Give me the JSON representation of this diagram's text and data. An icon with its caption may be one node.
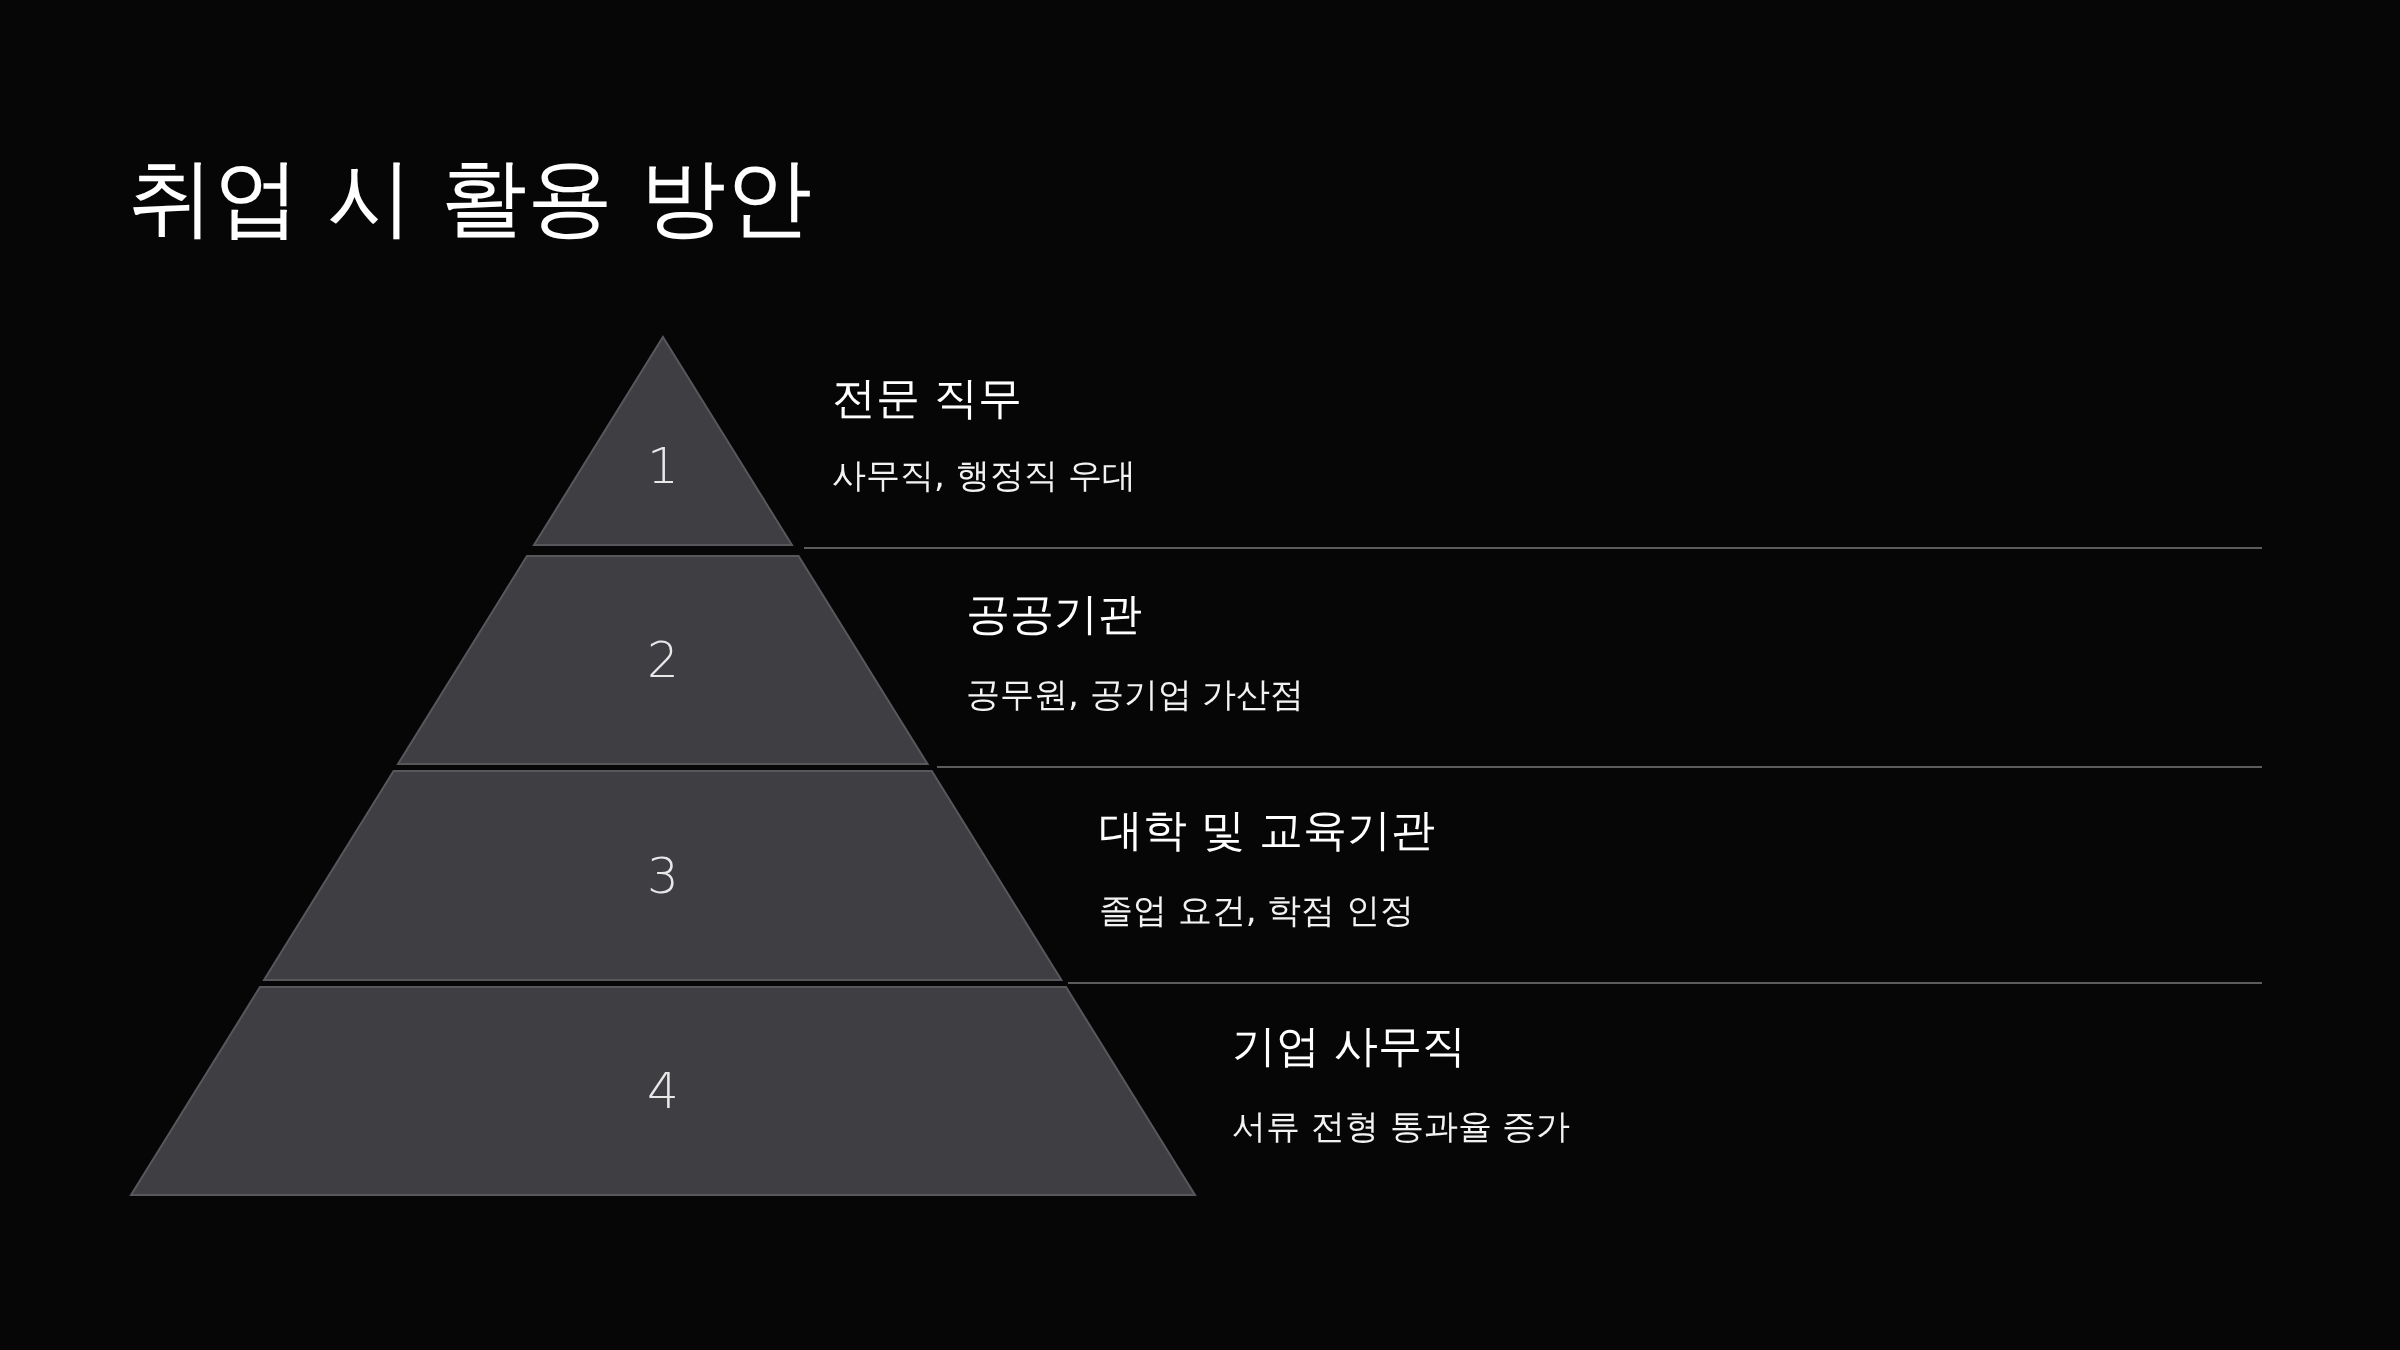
{
  "diagram": {
    "title": "취업 시 활용 방안",
    "nodes": [
      {
        "text": [
          "1"
        ],
        "beside": [
          "전문 직무",
          "사무직, 행정직 우대"
        ]
      },
      {
        "text": [
          "2"
        ],
        "beside": [
          "공공기관",
          "공무원, 공기업 가산점"
        ]
      },
      {
        "text": [
          "3"
        ],
        "beside": [
          "대학 및 교육기관",
          "졸업 요건, 학점 인정"
        ]
      },
      {
        "text": [
          "4"
        ],
        "beside": [
          "기업 사무직",
          "서류 전형 통과율 증가"
        ]
      }
    ]
  }
}
